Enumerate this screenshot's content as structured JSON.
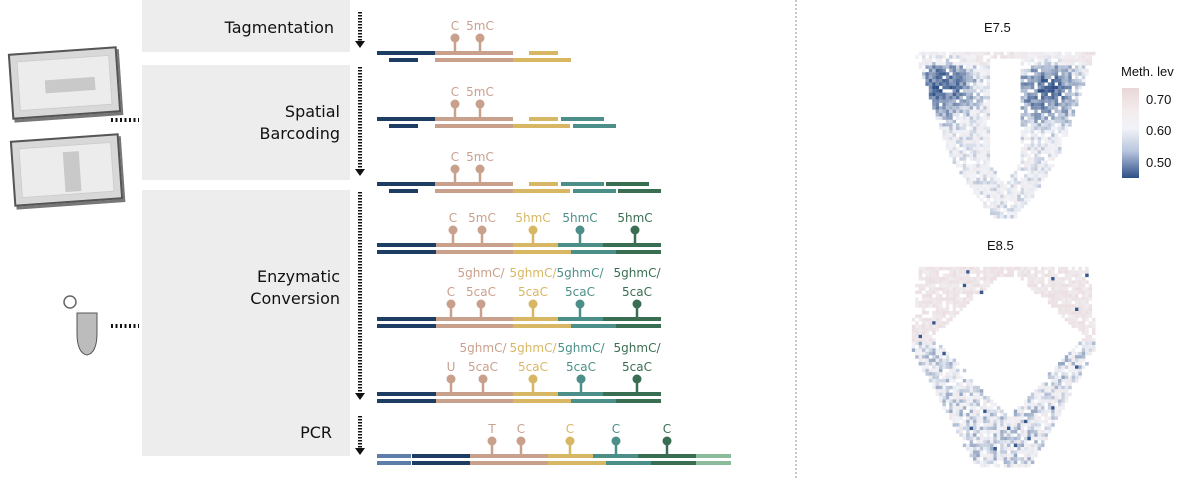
{
  "steps": [
    {
      "label_lines": [
        "Tagmentation"
      ]
    },
    {
      "label_lines": [
        "Spatial",
        "Barcoding"
      ]
    },
    {
      "label_lines": [
        "Enzymatic",
        "Conversion"
      ]
    },
    {
      "label_lines": [
        "PCR"
      ]
    }
  ],
  "colors": {
    "navy": "#1d3d63",
    "lightblue": "#5d7ea8",
    "tan": "#c9a08c",
    "gold": "#d8b764",
    "teal": "#4c8f89",
    "green": "#3a6e52",
    "lightgreen": "#8cbb9b"
  },
  "rows": [
    {
      "pins": [
        {
          "lines": [
            "C"
          ],
          "color": "tan"
        },
        {
          "lines": [
            "5mC"
          ],
          "color": "tan"
        }
      ]
    },
    {
      "pins": [
        {
          "lines": [
            "C"
          ],
          "color": "tan"
        },
        {
          "lines": [
            "5mC"
          ],
          "color": "tan"
        }
      ]
    },
    {
      "pins": [
        {
          "lines": [
            "C"
          ],
          "color": "tan"
        },
        {
          "lines": [
            "5mC"
          ],
          "color": "tan"
        }
      ]
    },
    {
      "pins": [
        {
          "lines": [
            "C"
          ],
          "color": "tan"
        },
        {
          "lines": [
            "5mC"
          ],
          "color": "tan"
        },
        {
          "lines": [
            "5hmC"
          ],
          "color": "gold"
        },
        {
          "lines": [
            "5hmC"
          ],
          "color": "teal"
        },
        {
          "lines": [
            "5hmC"
          ],
          "color": "green"
        }
      ]
    },
    {
      "pins": [
        {
          "lines": [
            "C"
          ],
          "color": "tan"
        },
        {
          "lines": [
            "5ghmC/",
            "5caC"
          ],
          "color": "tan"
        },
        {
          "lines": [
            "5ghmC/",
            "5caC"
          ],
          "color": "gold"
        },
        {
          "lines": [
            "5ghmC/",
            "5caC"
          ],
          "color": "teal"
        },
        {
          "lines": [
            "5ghmC/",
            "5caC"
          ],
          "color": "green"
        }
      ]
    },
    {
      "pins": [
        {
          "lines": [
            "U"
          ],
          "color": "tan"
        },
        {
          "lines": [
            "5ghmC/",
            "5caC"
          ],
          "color": "tan"
        },
        {
          "lines": [
            "5ghmC/",
            "5caC"
          ],
          "color": "gold"
        },
        {
          "lines": [
            "5ghmC/",
            "5caC"
          ],
          "color": "teal"
        },
        {
          "lines": [
            "5ghmC/",
            "5caC"
          ],
          "color": "green"
        }
      ]
    },
    {
      "pins": [
        {
          "lines": [
            "T"
          ],
          "color": "tan"
        },
        {
          "lines": [
            "C"
          ],
          "color": "tan"
        },
        {
          "lines": [
            "C"
          ],
          "color": "gold"
        },
        {
          "lines": [
            "C"
          ],
          "color": "teal"
        },
        {
          "lines": [
            "C"
          ],
          "color": "green"
        }
      ]
    }
  ],
  "heatmaps": [
    {
      "title": "E7.5"
    },
    {
      "title": "E8.5"
    }
  ],
  "legend": {
    "title": "Meth. lev",
    "ticks": [
      "0.70",
      "0.60",
      "0.50"
    ],
    "low_color": "#2d4f86",
    "mid_color": "#f1f3f8",
    "high_color": "#ead7d8"
  }
}
